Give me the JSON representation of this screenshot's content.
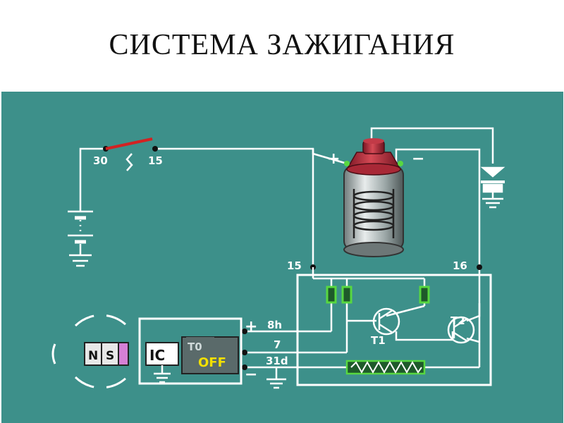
{
  "title": "СИСТЕМА ЗАЖИГАНИЯ",
  "colors": {
    "background": "#3d908a",
    "wire": "#ffffff",
    "switch": "#d22222",
    "coil_cap": "#b5293a",
    "terminal": "#58d840"
  },
  "switch": {
    "in_label": "30",
    "out_label": "15"
  },
  "coil": {
    "plus_label": "+",
    "minus_label": "−"
  },
  "module": {
    "terminal_15": "15",
    "terminal_16": "16",
    "transistor_1": "T1",
    "transistor_2": "T2"
  },
  "connector": {
    "plus": "+",
    "minus": "−",
    "pin_8h": "8h",
    "pin_7": "7",
    "pin_31d": "31d"
  },
  "sensor": {
    "ic_label": "IC",
    "t0_label": "T0",
    "state": "OFF",
    "magnet_n": "N",
    "magnet_s": "S"
  }
}
